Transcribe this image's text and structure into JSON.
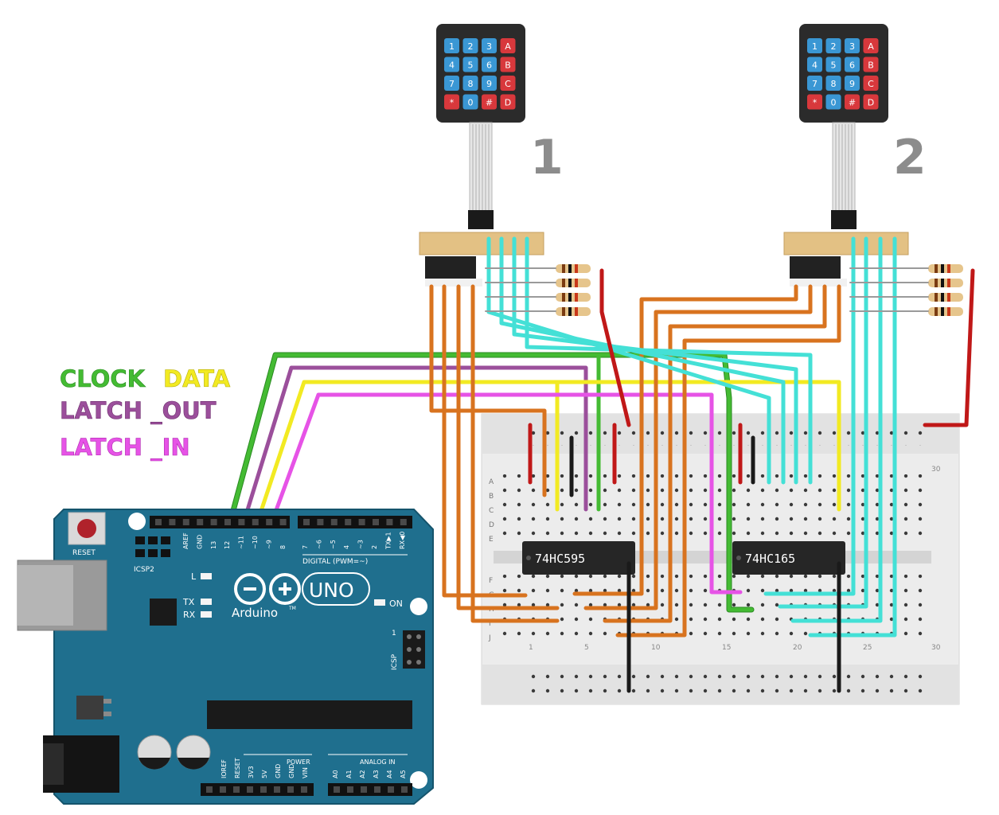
{
  "legend": {
    "clock": "CLOCK",
    "data": "DATA",
    "latch_out": "LATCH _OUT",
    "latch_in": "LATCH _IN"
  },
  "colors": {
    "clock": "#44bb33",
    "data": "#f2ea22",
    "latch_out": "#9b4f9b",
    "latch_in": "#e653e6",
    "row_wire": "#d8731f",
    "col_wire": "#44e0d6",
    "power_wire": "#c01818",
    "ground_wire": "#1a1a1a",
    "arduino_board": "#1f6f8e",
    "breadboard": "#ececec"
  },
  "keypads": [
    {
      "number": "1",
      "keys": [
        [
          "1",
          "2",
          "3",
          "A"
        ],
        [
          "4",
          "5",
          "6",
          "B"
        ],
        [
          "7",
          "8",
          "9",
          "C"
        ],
        [
          "*",
          "0",
          "#",
          "D"
        ]
      ]
    },
    {
      "number": "2",
      "keys": [
        [
          "1",
          "2",
          "3",
          "A"
        ],
        [
          "4",
          "5",
          "6",
          "B"
        ],
        [
          "7",
          "8",
          "9",
          "C"
        ],
        [
          "*",
          "0",
          "#",
          "D"
        ]
      ]
    }
  ],
  "chips": {
    "shift_out": "74HC595",
    "shift_in": "74HC165"
  },
  "breadboard": {
    "rows_top": [
      "A",
      "B",
      "C",
      "D",
      "E"
    ],
    "rows_bottom": [
      "F",
      "G",
      "H",
      "I",
      "J"
    ],
    "columns": [
      "1",
      "5",
      "10",
      "15",
      "20",
      "25",
      "30"
    ],
    "top_column_label": "30"
  },
  "arduino": {
    "reset": "RESET",
    "icsp2": "ICSP2",
    "icsp": "ICSP",
    "icsp_pin": "1",
    "brand": "Arduino",
    "tm": "TM",
    "model": "UNO",
    "led_l": "L",
    "led_tx": "TX",
    "led_rx": "RX",
    "led_on": "ON",
    "digital_label": "DIGITAL (PWM=~)",
    "digital_pins": [
      "AREF",
      "GND",
      "13",
      "12",
      "~11",
      "~10",
      "~9",
      "8",
      "7",
      "~6",
      "~5",
      "4",
      "~3",
      "2",
      "TX▶1",
      "RX◀0"
    ],
    "power_label": "POWER",
    "power_pins": [
      "IOREF",
      "RESET",
      "3V3",
      "5V",
      "GND",
      "GND",
      "VIN"
    ],
    "analog_label": "ANALOG IN",
    "analog_pins": [
      "A0",
      "A1",
      "A2",
      "A3",
      "A4",
      "A5"
    ]
  }
}
